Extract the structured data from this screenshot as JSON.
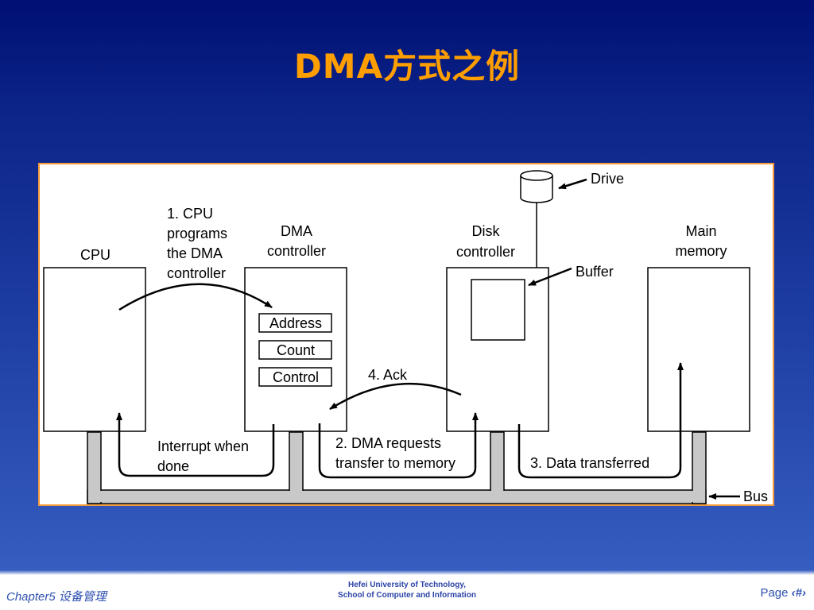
{
  "slide": {
    "title": "DMA方式之例"
  },
  "diagram": {
    "cpu_label": "CPU",
    "dma_label_line1": "DMA",
    "dma_label_line2": "controller",
    "disk_label_line1": "Disk",
    "disk_label_line2": "controller",
    "memory_label_line1": "Main",
    "memory_label_line2": "memory",
    "drive_label": "Drive",
    "buffer_label": "Buffer",
    "bus_label": "Bus",
    "registers": [
      "Address",
      "Count",
      "Control"
    ],
    "step1": [
      "1. CPU",
      "programs",
      "the DMA",
      "controller"
    ],
    "step2": [
      "2. DMA requests",
      "transfer to memory"
    ],
    "step3": "3. Data transferred",
    "step4": "4. Ack",
    "interrupt": [
      "Interrupt when",
      "done"
    ]
  },
  "footer": {
    "chapter": "Chapter5 设备管理",
    "university": "Hefei University of Technology,",
    "school": "School of Computer and Information",
    "page_label": "Page",
    "page_number": "‹#›"
  },
  "colors": {
    "title": "#ff9e00",
    "figure_border": "#f59a3a",
    "bus": "#c8c8c8"
  }
}
